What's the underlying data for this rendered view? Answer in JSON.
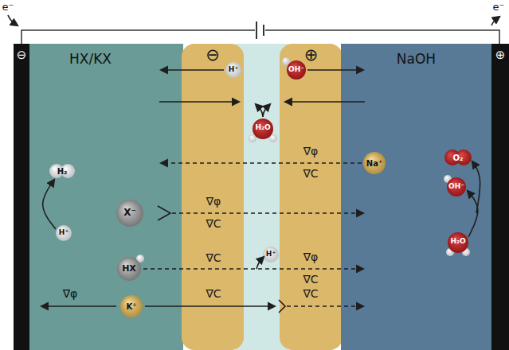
{
  "diagram": {
    "nodes": [
      {
        "text": [
          "⊖"
        ]
      },
      {
        "text": [
          "HX/KX"
        ]
      },
      {
        "text": [
          "⊖"
        ]
      },
      {
        "text": [
          "⊕"
        ]
      },
      {
        "text": [
          "NaOH"
        ]
      },
      {
        "text": [
          "⊕"
        ]
      }
    ],
    "labels": [
      "e⁻",
      "e⁻",
      "H⁺",
      "OH⁻",
      "H₂O",
      "∇φ",
      "∇C",
      "Na⁺",
      "H₂",
      "X⁻",
      "∇φ",
      "∇C",
      "O₂",
      "OH⁻",
      "H⁺",
      "HX",
      "∇C",
      "H⁺",
      "∇φ",
      "∇C",
      "H₂O",
      "∇φ",
      "K⁺",
      "∇C",
      "∇C"
    ]
  }
}
